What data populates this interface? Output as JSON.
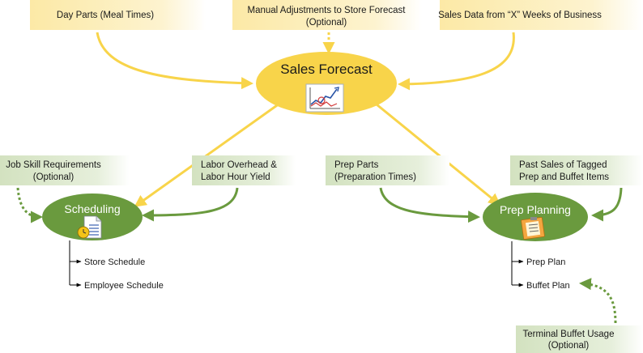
{
  "colors": {
    "yellow": "#f8d44a",
    "yellow_box_start": "#fdeeb4",
    "green": "#6a9a3e",
    "green_box_start": "#d9e6c8",
    "black": "#000000"
  },
  "inputs_top": {
    "day_parts": "Day Parts (Meal Times)",
    "manual_line1": "Manual Adjustments to Store Forecast",
    "manual_line2": "(Optional)",
    "sales_data": "Sales Data from “X” Weeks of Business"
  },
  "center": {
    "title": "Sales Forecast",
    "icon": "line-chart-icon"
  },
  "scheduling": {
    "title": "Scheduling",
    "icon": "schedule-document-clock-icon",
    "inputs": {
      "job_skill_line1": "Job Skill Requirements",
      "job_skill_line2": "(Optional)",
      "labor_line1": "Labor Overhead &",
      "labor_line2": "Labor Hour Yield"
    },
    "outputs": [
      "Store Schedule",
      "Employee Schedule"
    ]
  },
  "prep": {
    "title": "Prep Planning",
    "icon": "prep-checklist-icon",
    "inputs": {
      "prep_parts_line1": "Prep Parts",
      "prep_parts_line2": "(Preparation Times)",
      "past_sales_line1": "Past Sales of Tagged",
      "past_sales_line2": "Prep and Buffet Items"
    },
    "outputs": [
      "Prep Plan",
      "Buffet Plan"
    ],
    "terminal_line1": "Terminal Buffet Usage",
    "terminal_line2": "(Optional)"
  }
}
